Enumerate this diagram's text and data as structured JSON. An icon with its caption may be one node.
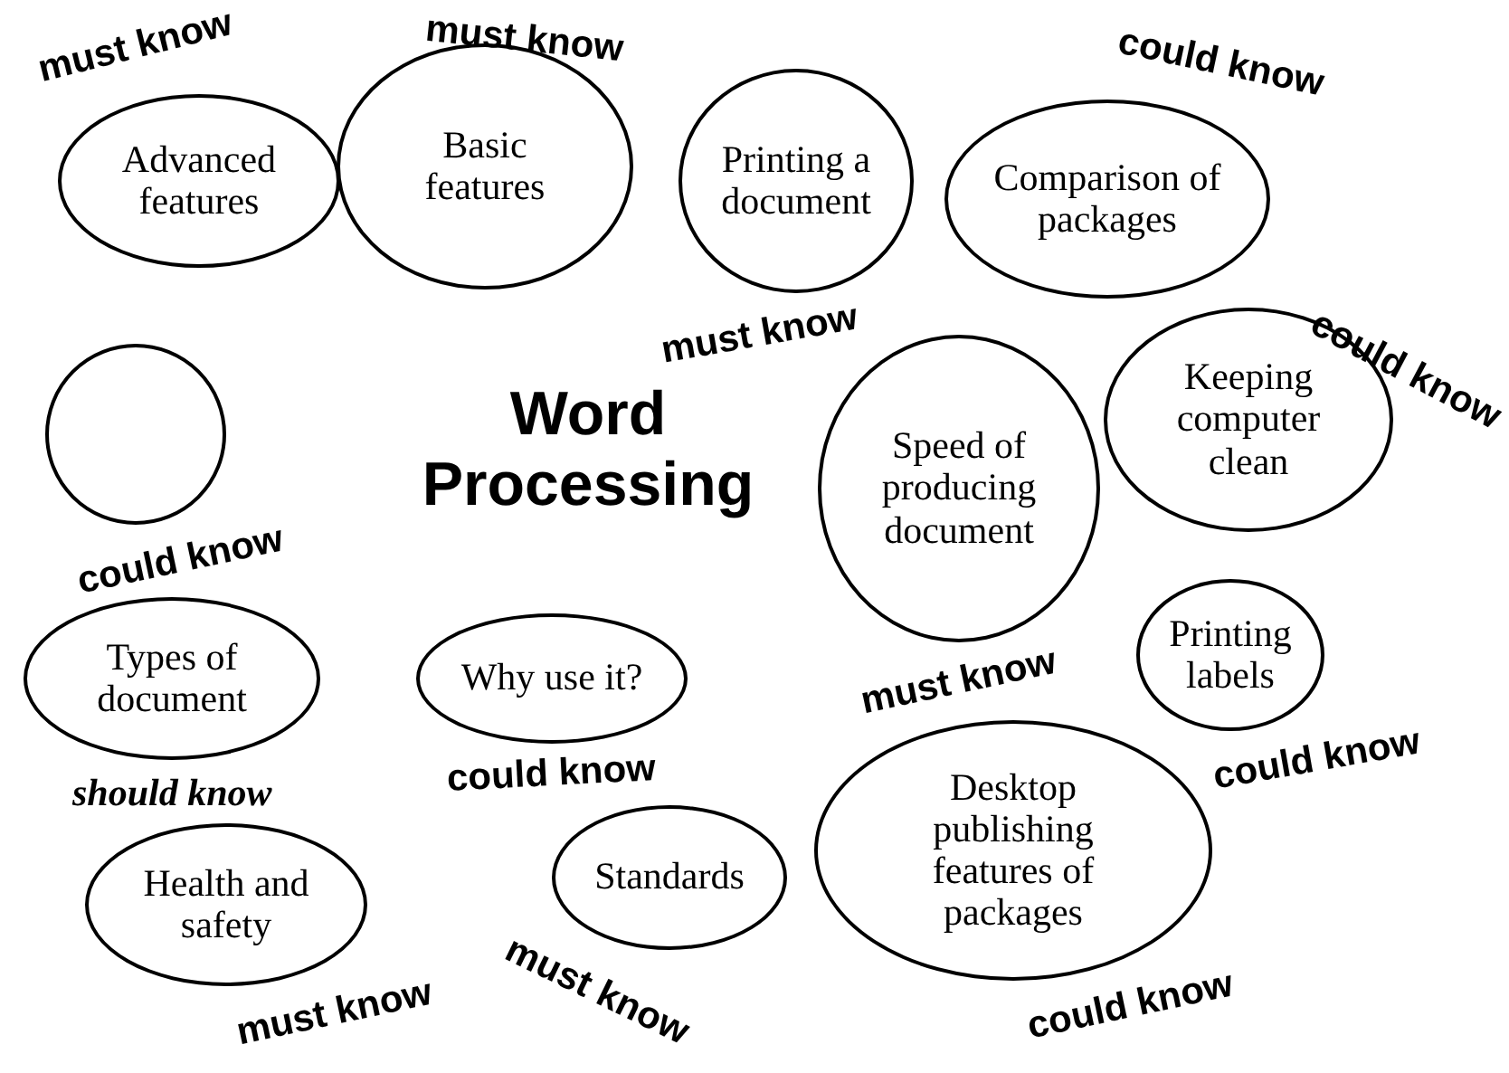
{
  "diagram": {
    "title": "Word Processing",
    "nodes": [
      {
        "text": [
          "Advanced features"
        ],
        "beside": [
          "must know"
        ]
      },
      {
        "text": [
          "Basic features"
        ],
        "beside": [
          "must know"
        ]
      },
      {
        "text": [
          "Printing a document"
        ],
        "beside": [
          "must know"
        ]
      },
      {
        "text": [
          "Comparison of packages"
        ],
        "beside": [
          "could know"
        ]
      },
      {
        "text": [
          "Keeping computer clean"
        ],
        "beside": [
          "could know"
        ]
      },
      {
        "text": [],
        "shape": "circle",
        "beside": [
          "could know"
        ]
      },
      {
        "text": [
          "Speed of producing document"
        ],
        "beside": [
          "must know"
        ]
      },
      {
        "text": [
          "Printing labels"
        ],
        "beside": [
          "could know"
        ]
      },
      {
        "text": [
          "Types of document"
        ],
        "beside": [
          "should know"
        ]
      },
      {
        "text": [
          "Why use it?"
        ],
        "beside": [
          "could know"
        ]
      },
      {
        "text": [
          "Health and safety"
        ],
        "beside": [
          "must know"
        ]
      },
      {
        "text": [
          "Standards"
        ],
        "beside": [
          "must know"
        ]
      },
      {
        "text": [
          "Desktop publishing features of packages"
        ],
        "beside": [
          "could know"
        ]
      }
    ]
  }
}
